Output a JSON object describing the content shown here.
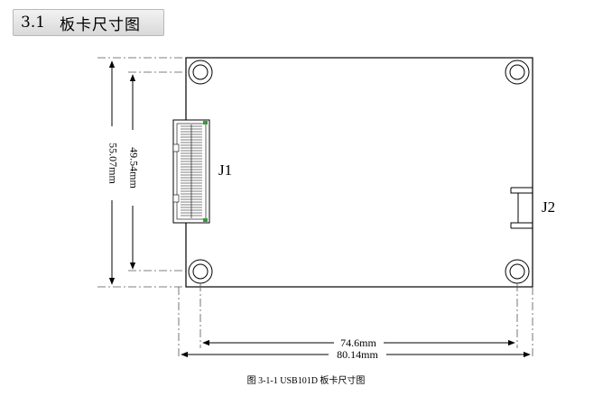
{
  "section": {
    "number": "3.1",
    "title": "板卡尺寸图"
  },
  "figure": {
    "dimensions": {
      "outer_height": "55.07mm",
      "inner_height": "49.54mm",
      "inner_width": "74.6mm",
      "outer_width": "80.14mm"
    },
    "connectors": {
      "j1": "J1",
      "j2": "J2"
    },
    "caption": "图 3-1-1 USB101D 板卡尺寸图"
  }
}
